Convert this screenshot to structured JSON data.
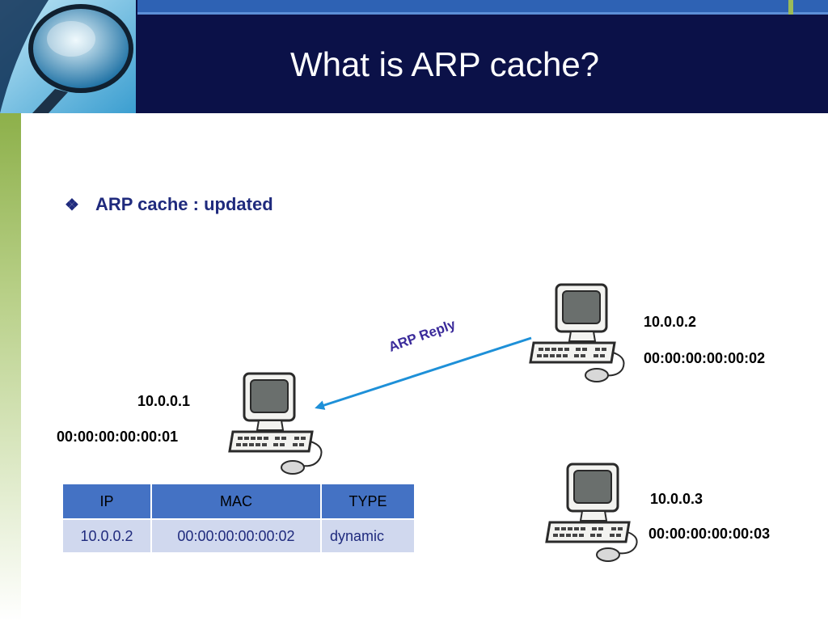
{
  "slide": {
    "title": "What is ARP cache?",
    "bullet": "ARP cache : updated"
  },
  "hosts": [
    {
      "ip": "10.0.0.1",
      "mac": "00:00:00:00:00:01"
    },
    {
      "ip": "10.0.0.2",
      "mac": "00:00:00:00:00:02"
    },
    {
      "ip": "10.0.0.3",
      "mac": "00:00:00:00:00:03"
    }
  ],
  "arrow_label": "ARP Reply",
  "table": {
    "headers": [
      "IP",
      "MAC",
      "TYPE"
    ],
    "rows": [
      [
        "10.0.0.2",
        "00:00:00:00:00:02",
        "dynamic"
      ]
    ]
  },
  "colors": {
    "header_bg": "#0b1148",
    "accent_blue": "#4472c4",
    "arrow": "#1e90d8",
    "bullet_text": "#1f2a7d",
    "arrow_label": "#3a2a9a"
  },
  "icons": [
    "magnifier-logo-icon",
    "diamond-bullet-icon",
    "computer-icon"
  ]
}
